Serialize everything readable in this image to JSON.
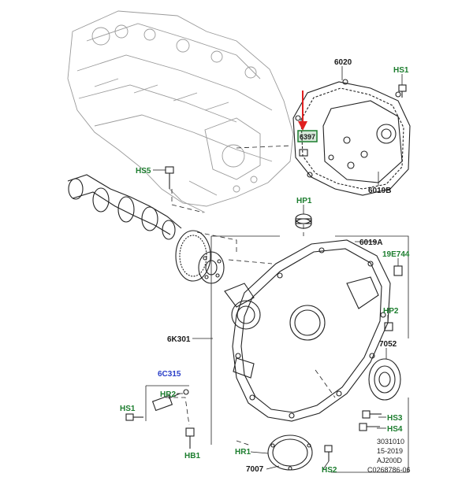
{
  "labels": {
    "p6020": "6020",
    "hs1": "HS1",
    "p6397": "6397",
    "hs5": "HS5",
    "p6019b": "6019B",
    "hp1": "HP1",
    "p6019a": "6019A",
    "p19e744": "19E744",
    "hp2": "HP2",
    "p6k301": "6K301",
    "p7052": "7052",
    "p6c315": "6C315",
    "hr2": "HR2",
    "hs1b": "HS1",
    "hb1": "HB1",
    "hs3": "HS3",
    "hs4": "HS4",
    "hr1": "HR1",
    "p7007": "7007",
    "hs2": "HS2"
  },
  "footer": {
    "line1": "3031010",
    "line2": "15-2019",
    "line3": "AJ200D",
    "line4": "C0268786-06"
  },
  "colors": {
    "label_green": "#1c7d2e",
    "label_blue": "#2a3fc8",
    "highlight_box": "#1c7d2e",
    "arrow": "#e02020",
    "ghost_engine": "#9a9a9a"
  }
}
